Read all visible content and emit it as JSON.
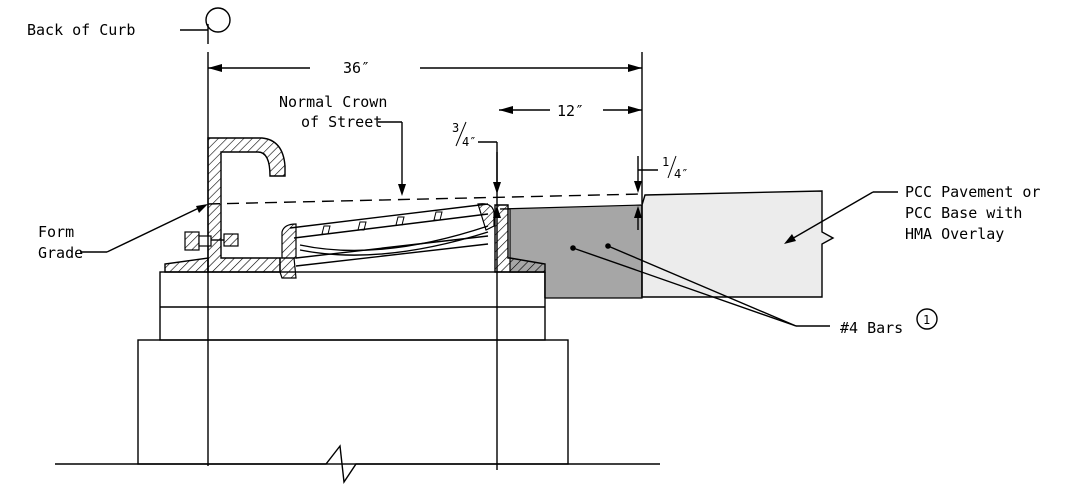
{
  "labels": {
    "back_of_curb": "Back of Curb",
    "dim_36": "36″",
    "normal_crown_line1": "Normal Crown",
    "normal_crown_line2": "of Street",
    "dim_12": "12″",
    "frac_three_quarter_num": "3",
    "frac_three_quarter_den": "4″",
    "frac_quarter_num": "1",
    "frac_quarter_den": "4″",
    "form_line1": "Form",
    "form_line2": "Grade",
    "pcc_line1": "PCC Pavement or",
    "pcc_line2": "PCC Base with",
    "pcc_line3": "HMA Overlay",
    "bars": "#4 Bars",
    "note_number": "1"
  },
  "colors": {
    "line": "#000000",
    "concrete_dark": "#a6a6a6",
    "pavement_light": "#ececec",
    "background": "#ffffff"
  }
}
